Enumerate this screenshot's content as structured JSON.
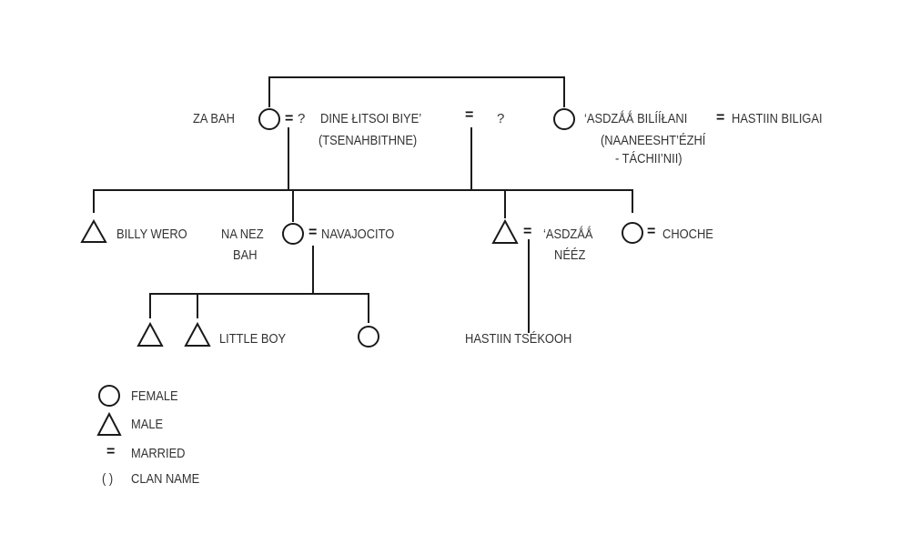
{
  "people": {
    "za_bah": "ZA BAH",
    "dine_ltsoi": "DINE ŁITSOI BIYE’",
    "dine_clan": "(TSENAHBITHNE)",
    "unknown_1": "?",
    "unknown_2": "?",
    "asdzaa_bililani": "‘ASDZǺǺ BILÍÍŁANI",
    "bililani_clan_1": "(NAANEESHT’ÉZHÍ",
    "bililani_clan_2": "- TÁCHII’NII)",
    "hastiin_biligai": "HASTIIN BILIGAI",
    "billy_wero": "BILLY WERO",
    "na_nez_1": "NA NEZ",
    "na_nez_2": "BAH",
    "navajocito": "NAVAJOCITO",
    "asdzaa_neez_1": "‘ASDZǺǺ",
    "asdzaa_neez_2": "NÉÉZ",
    "choche": "CHOCHE",
    "little_boy": "LITTLE BOY",
    "hastiin_tsekooh": "HASTIIN TSÉKOOH"
  },
  "symbols": {
    "married": "="
  },
  "legend": {
    "female": "FEMALE",
    "male": "MALE",
    "married_symbol": "=",
    "married": "MARRIED",
    "clan_symbol": "( )",
    "clan": "CLAN NAME"
  }
}
